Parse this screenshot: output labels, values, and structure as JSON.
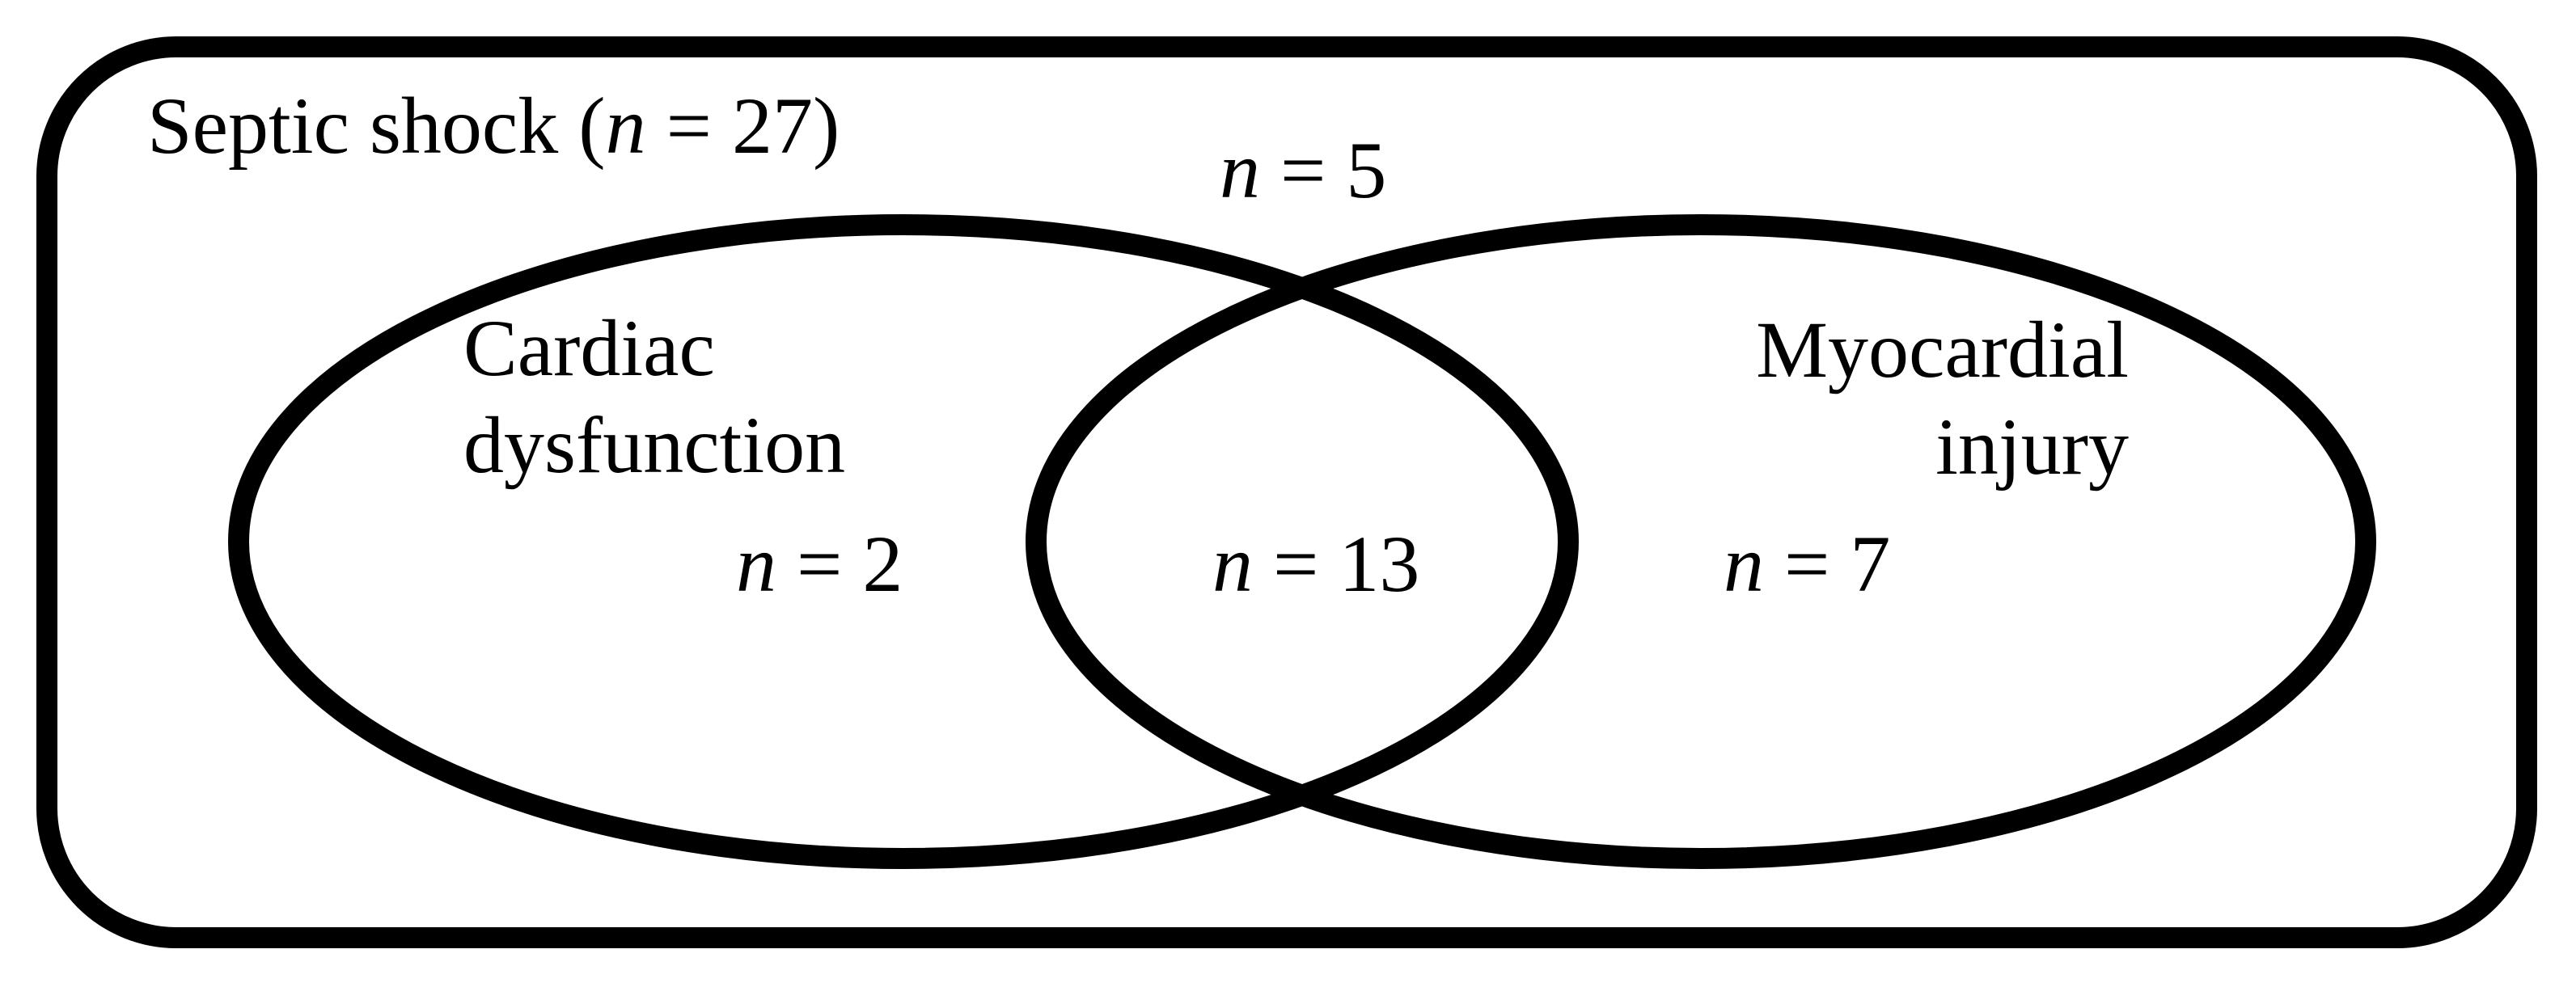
{
  "diagram": {
    "type": "venn",
    "colors": {
      "stroke": "#000000",
      "background": "#ffffff",
      "text": "#000000"
    },
    "universe_label": {
      "prefix": "Septic shock (",
      "var": "n",
      "suffix": " = 27)"
    },
    "outside_count": {
      "var": "n",
      "suffix": " = 5"
    },
    "left_set": {
      "name_line1": "Cardiac",
      "name_line2": "dysfunction",
      "count": {
        "var": "n",
        "suffix": " = 2"
      }
    },
    "right_set": {
      "name_line1": "Myocardial",
      "name_line2": "injury",
      "count": {
        "var": "n",
        "suffix": " = 7"
      }
    },
    "intersection_count": {
      "var": "n",
      "suffix": " = 13"
    }
  },
  "venn_data": {
    "universe": {
      "label": "Septic shock",
      "n": 27
    },
    "sets": [
      {
        "label": "Cardiac dysfunction",
        "only_n": 2
      },
      {
        "label": "Myocardial injury",
        "only_n": 7
      }
    ],
    "intersection_n": 13,
    "neither_n": 5
  }
}
